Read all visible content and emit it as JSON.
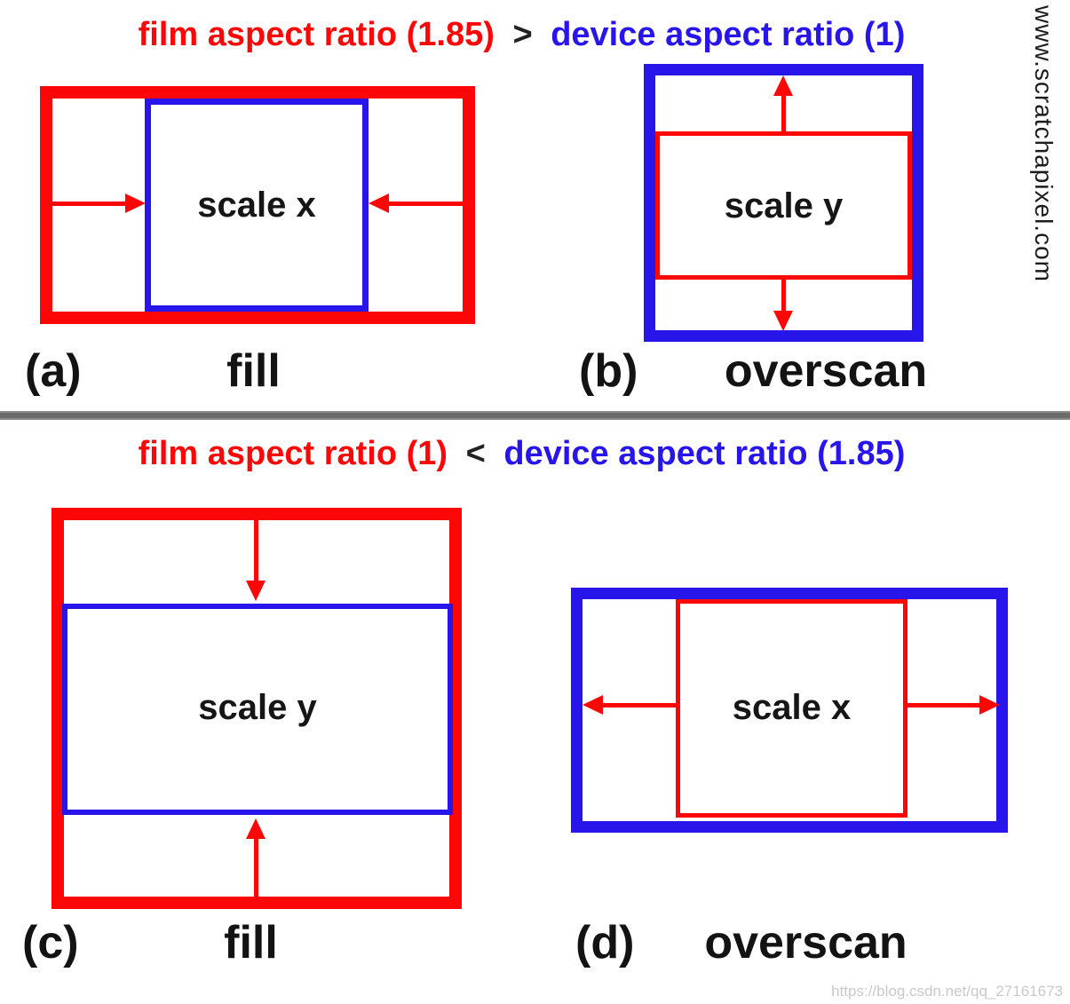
{
  "title_top": {
    "film": "film aspect ratio (1.85)",
    "comparator": ">",
    "device": "device aspect ratio (1)"
  },
  "title_bottom": {
    "film": "film aspect ratio (1)",
    "comparator": "<",
    "device": "device aspect ratio (1.85)"
  },
  "panels": [
    {
      "id": "a",
      "index": "(a)",
      "mode": "fill",
      "scale_label": "scale x"
    },
    {
      "id": "b",
      "index": "(b)",
      "mode": "overscan",
      "scale_label": "scale y"
    },
    {
      "id": "c",
      "index": "(c)",
      "mode": "fill",
      "scale_label": "scale y"
    },
    {
      "id": "d",
      "index": "(d)",
      "mode": "overscan",
      "scale_label": "scale x"
    }
  ],
  "watermarks": {
    "side": "www.scratchapixel.com",
    "bottom": "https://blog.csdn.net/qq_27161673"
  },
  "colors": {
    "film-red": "#fb0707",
    "device-blue": "#2715ea",
    "divider-gray": "#6b6b6b",
    "watermark-gray": "#c9c9c9"
  }
}
